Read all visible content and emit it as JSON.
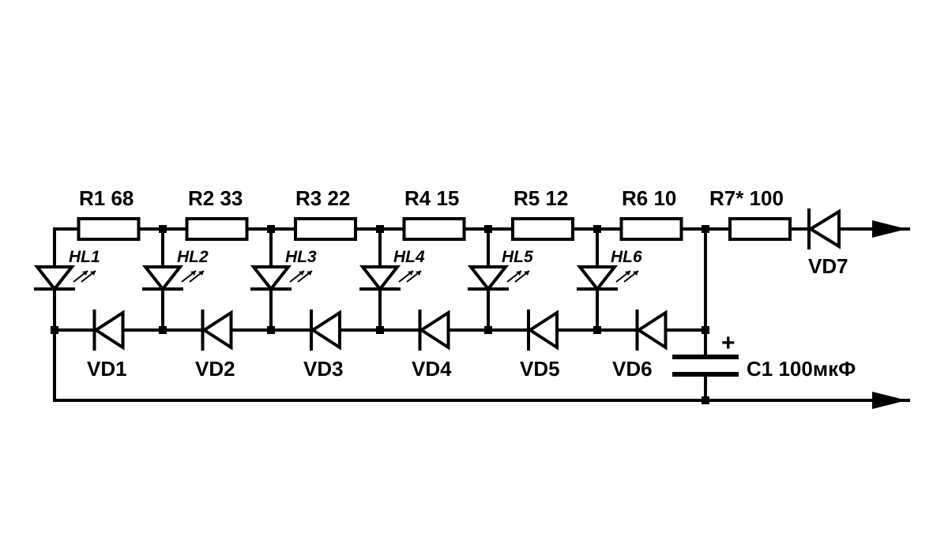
{
  "resistors": [
    {
      "ref": "R1",
      "value": "68"
    },
    {
      "ref": "R2",
      "value": "33"
    },
    {
      "ref": "R3",
      "value": "22"
    },
    {
      "ref": "R4",
      "value": "15"
    },
    {
      "ref": "R5",
      "value": "12"
    },
    {
      "ref": "R6",
      "value": "10"
    },
    {
      "ref": "R7*",
      "value": "100"
    }
  ],
  "leds": [
    "HL1",
    "HL2",
    "HL3",
    "HL4",
    "HL5",
    "HL6"
  ],
  "diodes": [
    "VD1",
    "VD2",
    "VD3",
    "VD4",
    "VD5",
    "VD6",
    "VD7"
  ],
  "capacitor": {
    "ref": "C1",
    "value": "100мкФ",
    "polarity": "+"
  },
  "colors": {
    "line": "#000000",
    "background": "#ffffff"
  }
}
